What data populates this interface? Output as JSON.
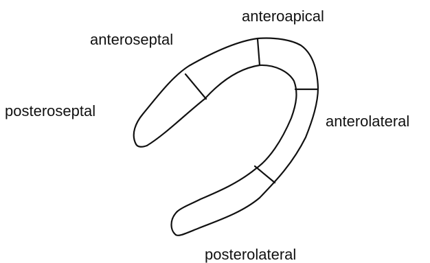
{
  "diagram": {
    "segments": [
      {
        "key": "anteroapical",
        "label": "anteroapical"
      },
      {
        "key": "anteroseptal",
        "label": "anteroseptal"
      },
      {
        "key": "posteroseptal",
        "label": "posteroseptal"
      },
      {
        "key": "anterolateral",
        "label": "anterolateral"
      },
      {
        "key": "posterolateral",
        "label": "posterolateral"
      }
    ],
    "colors": {
      "outline": "#111111",
      "background": "#ffffff",
      "text": "#111111"
    }
  }
}
